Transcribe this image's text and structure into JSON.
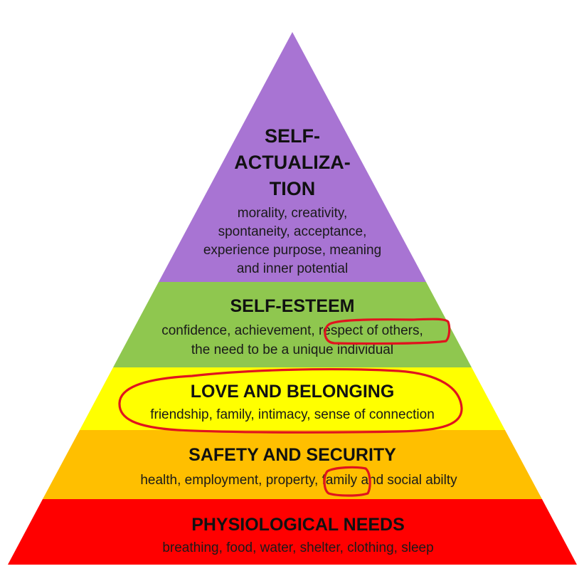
{
  "levels": [
    {
      "id": "self-actualization",
      "color": "#a874d3",
      "title_lines": [
        "SELF-",
        "ACTUALIZA-",
        "TION"
      ],
      "desc_lines": [
        "morality, creativity,",
        "spontaneity, acceptance,",
        "experience purpose, meaning",
        "and inner potential"
      ]
    },
    {
      "id": "self-esteem",
      "color": "#8fc74f",
      "title_lines": [
        "SELF-ESTEEM"
      ],
      "desc_lines": [
        "confidence, achievement, respect of others,",
        "the need to be a unique individual"
      ]
    },
    {
      "id": "love-and-belonging",
      "color": "#ffff00",
      "title_lines": [
        "LOVE AND BELONGING"
      ],
      "desc_lines": [
        "friendship, family, intimacy, sense of connection"
      ]
    },
    {
      "id": "safety-and-security",
      "color": "#ffbf00",
      "title_lines": [
        "SAFETY AND SECURITY"
      ],
      "desc_lines": [
        "health, employment, property, family and social abilty"
      ]
    },
    {
      "id": "physiological-needs",
      "color": "#ff0000",
      "title_lines": [
        "PHYSIOLOGICAL NEEDS"
      ],
      "desc_lines": [
        "breathing, food, water, shelter, clothing, sleep"
      ]
    }
  ],
  "annotation_color": "#e0141e"
}
